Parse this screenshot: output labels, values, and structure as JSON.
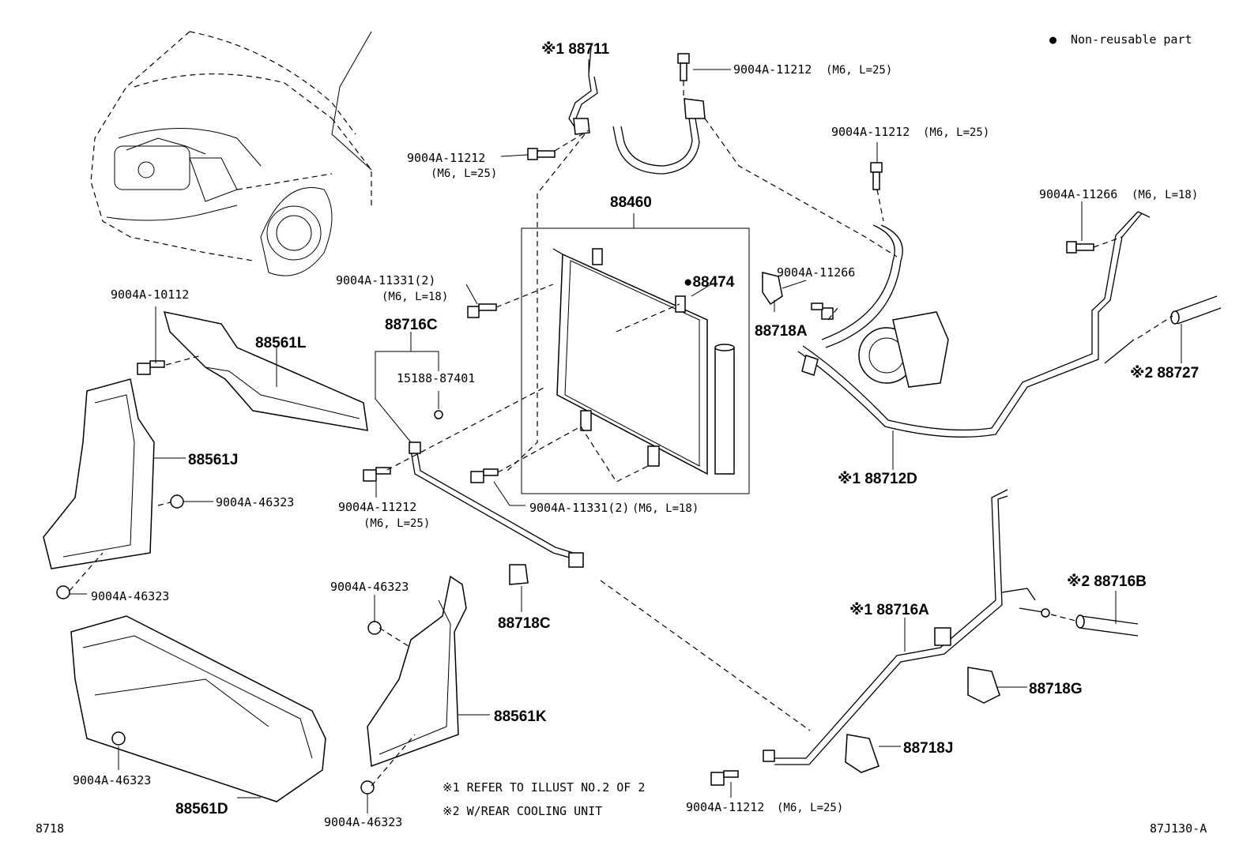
{
  "legend": {
    "symbol": "●",
    "text": "Non-reusable part"
  },
  "labels": {
    "p88711": "※1 88711",
    "b_top_right": "9004A-11212",
    "b_top_right_spec": "(M6, L=25)",
    "b_left_top": "9004A-11212",
    "b_left_top_spec": "(M6, L=25)",
    "b_comp": "9004A-11212",
    "b_comp_spec": "(M6, L=25)",
    "b_11266_r": "9004A-11266",
    "b_11266_r_spec": "(M6, L=18)",
    "p88460": "88460",
    "p88474": "●88474",
    "b_11266_m": "9004A-11266",
    "p88718A": "88718A",
    "b_11331_top": "9004A-11331(2)",
    "b_11331_top_spec": "(M6, L=18)",
    "p88716C": "88716C",
    "p15188": "15188-87401",
    "b_10112": "9004A-10112",
    "p88561L": "88561L",
    "p88561J": "88561J",
    "b_46323_a": "9004A-46323",
    "b_11212_mid": "9004A-11212",
    "b_11212_mid_spec": "(M6, L=25)",
    "b_11331_bot": "9004A-11331(2)",
    "b_11331_bot_spec": "(M6, L=18)",
    "p88727": "※2 88727",
    "p88712D": "※1 88712D",
    "b_46323_b": "9004A-46323",
    "p88718C": "88718C",
    "b_46323_c": "9004A-46323",
    "p88716B": "※2 88716B",
    "p88716A": "※1 88716A",
    "p88718G": "88718G",
    "p88561K": "88561K",
    "p88718J": "88718J",
    "b_46323_d": "9004A-46323",
    "p88561D": "88561D",
    "b_46323_e": "9004A-46323",
    "b_11212_bot": "9004A-11212",
    "b_11212_bot_spec": "(M6, L=25)"
  },
  "notes": {
    "note1": "※1  REFER TO ILLUST NO.2 OF 2",
    "note2": "※2  W/REAR COOLING UNIT"
  },
  "footer": {
    "left": "8718",
    "right": "87J130-A"
  }
}
